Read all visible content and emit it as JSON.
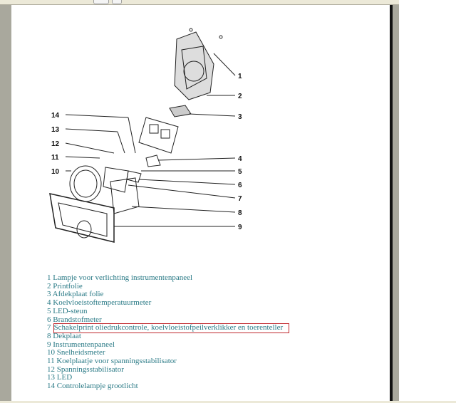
{
  "diagram": {
    "callouts": [
      "1",
      "2",
      "3",
      "4",
      "5",
      "6",
      "7",
      "8",
      "9",
      "10",
      "11",
      "12",
      "13",
      "14"
    ]
  },
  "legend": [
    "1 Lampje voor verlichting instrumentenpaneel",
    "2 Printfolie",
    "3 Afdekplaat folie",
    "4 Koelvloeistoftemperatuurmeter",
    "5 LED-steun",
    "6 Brandstofmeter",
    "7",
    "8 Dekplaat",
    "9 Instrumentenpaneel",
    "10 Snelheidsmeter",
    "11 Koelplaatje voor spanningsstabilisator",
    "12 Spanningsstabilisator",
    "13 LED",
    "14 Controlelampje grootlicht"
  ],
  "highlighted_item": "Schakelprint oliedrukcontrole, koelvloeistofpeilverklikker en toerenteller",
  "highlight_color": "#c0282d"
}
